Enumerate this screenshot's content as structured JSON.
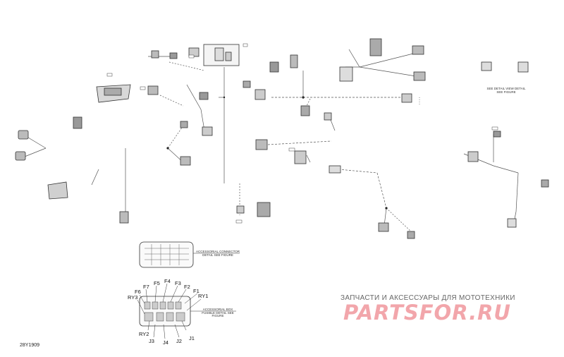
{
  "diagram": {
    "code": "28Y1909",
    "fuse_labels": [
      "F7",
      "F5",
      "F4",
      "F3",
      "F2",
      "F6",
      "F1",
      "RY3",
      "RY1",
      "RY2",
      "J1",
      "J3",
      "J4",
      "J2"
    ],
    "notes": [
      "ACCESSORIAL CONNECTOR DETAIL SEE FIGURE",
      "ACCESSORIAL BOX FUSIBLE DETAIL SEE FIGURE",
      "SEE DETAIL VIEW DETAIL SEE FIGURE"
    ]
  },
  "watermark": {
    "tagline": "ЗАПЧАСТИ И АКСЕССУАРЫ ДЛЯ МОТОТЕХНИКИ",
    "logo": "PARTSFOR.RU",
    "color": "#f2a6ab"
  }
}
